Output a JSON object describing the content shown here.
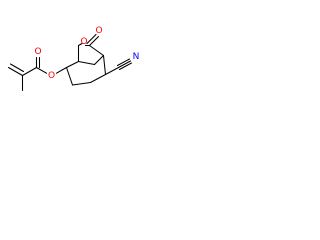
{
  "atoms": {
    "ester_oxygen_left": {
      "label": "O",
      "color": "#ff0000"
    },
    "ester_carbonyl_left": {
      "label": "O",
      "color": "#ff0000"
    },
    "lactone_ring_oxygen": {
      "label": "O",
      "color": "#ff0000"
    },
    "lactone_carbonyl_oxygen": {
      "label": "O",
      "color": "#ff0000"
    },
    "nitrile_nitrogen": {
      "label": "N",
      "color": "#0000ff"
    }
  }
}
